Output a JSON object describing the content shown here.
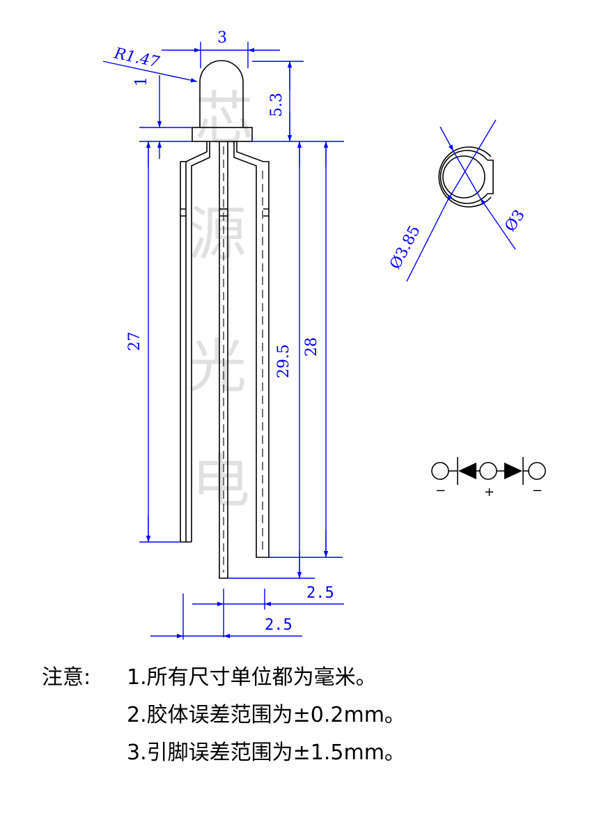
{
  "dimensions": {
    "radius": "R1.47",
    "body_width": "3",
    "flange_offset": "1",
    "body_height": "5.3",
    "short_lead": "27",
    "middle_lead": "29.5",
    "outer_lead": "28",
    "pitch_right": "2.5",
    "pitch_left": "2.5",
    "flange_diameter": "Ø3.85",
    "body_diameter": "Ø3"
  },
  "watermark": [
    "芯",
    "源",
    "光",
    "电"
  ],
  "schematic": {
    "labels": [
      "−",
      "+",
      "−"
    ]
  },
  "notes": {
    "heading": "注意:",
    "items": [
      "1.所有尺寸单位都为毫米。",
      "2.胶体误差范围为±0.2mm。",
      "3.引脚误差范围为±1.5mm。"
    ]
  },
  "colors": {
    "dimension": "#0000ff",
    "outline": "#000000",
    "watermark": "#c8c8c8"
  }
}
